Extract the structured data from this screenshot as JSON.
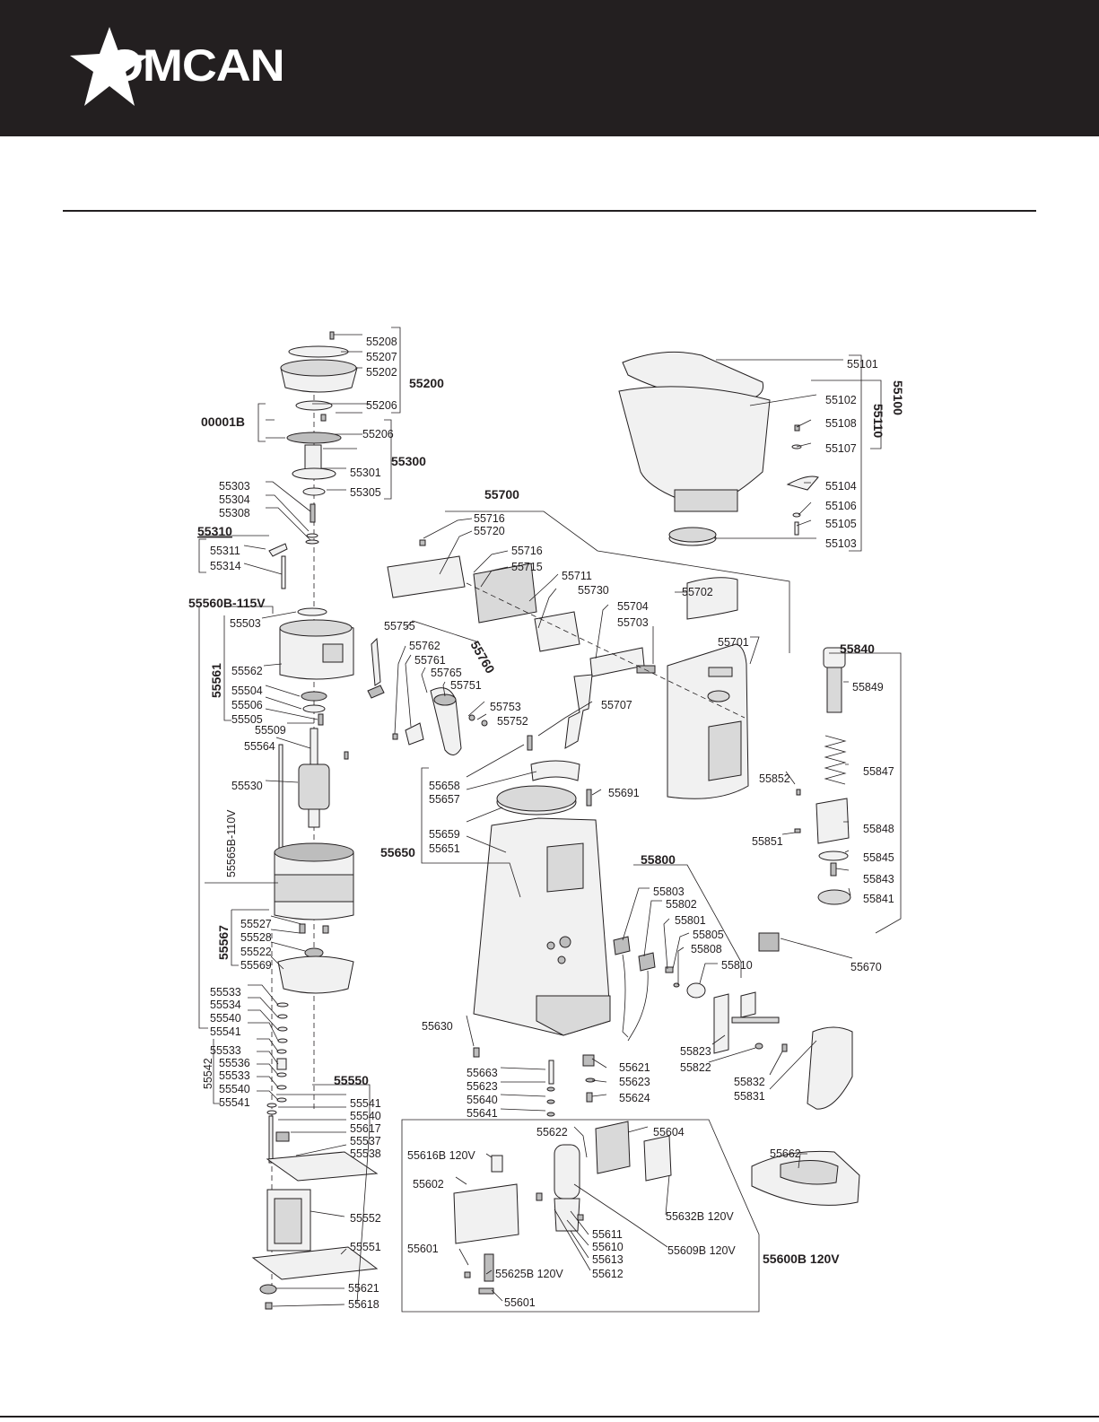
{
  "brand": {
    "name": "OMCAN"
  },
  "groups": {
    "g55200": "55200",
    "g00001B": "00001B",
    "g55300": "55300",
    "g55310": "55310",
    "g55560B": "55560B-115V",
    "g55561": "55561",
    "g55565B": "55565B-110V",
    "g55567": "55567",
    "g55542": "55542",
    "g55550": "55550",
    "g55700": "55700",
    "g55760": "55760",
    "g55650": "55650",
    "g55800": "55800",
    "g55840": "55840",
    "g55100": "55100",
    "g55110": "55110",
    "g55600B": "55600B 120V"
  },
  "labels": {
    "l55208": "55208",
    "l55207": "55207",
    "l55202": "55202",
    "l55206a": "55206",
    "l55206b": "55206",
    "l55301": "55301",
    "l55305": "55305",
    "l55303": "55303",
    "l55304": "55304",
    "l55308": "55308",
    "l55311": "55311",
    "l55314": "55314",
    "l55503": "55503",
    "l55562": "55562",
    "l55504": "55504",
    "l55506": "55506",
    "l55505": "55505",
    "l55509": "55509",
    "l55564": "55564",
    "l55530": "55530",
    "l55527": "55527",
    "l55528": "55528",
    "l55522": "55522",
    "l55569": "55569",
    "l55533a": "55533",
    "l55534": "55534",
    "l55540a": "55540",
    "l55541a": "55541",
    "l55533b": "55533",
    "l55536": "55536",
    "l55533c": "55533",
    "l55540b": "55540",
    "l55541b": "55541",
    "l55541c": "55541",
    "l55540c": "55540",
    "l55617": "55617",
    "l55537": "55537",
    "l55538": "55538",
    "l55552": "55552",
    "l55551": "55551",
    "l55621a": "55621",
    "l55618": "55618",
    "l55716a": "55716",
    "l55720": "55720",
    "l55716b": "55716",
    "l55715": "55715",
    "l55711": "55711",
    "l55730": "55730",
    "l55704": "55704",
    "l55703": "55703",
    "l55702": "55702",
    "l55701": "55701",
    "l55755": "55755",
    "l55762": "55762",
    "l55761": "55761",
    "l55765": "55765",
    "l55751": "55751",
    "l55753": "55753",
    "l55752": "55752",
    "l55707": "55707",
    "l55658": "55658",
    "l55657": "55657",
    "l55691": "55691",
    "l55659": "55659",
    "l55651": "55651",
    "l55803": "55803",
    "l55802": "55802",
    "l55801": "55801",
    "l55805": "55805",
    "l55808": "55808",
    "l55810": "55810",
    "l55823": "55823",
    "l55822": "55822",
    "l55832": "55832",
    "l55831": "55831",
    "l55670": "55670",
    "l55662": "55662",
    "l55849": "55849",
    "l55847": "55847",
    "l55852": "55852",
    "l55848": "55848",
    "l55851": "55851",
    "l55845": "55845",
    "l55843": "55843",
    "l55841": "55841",
    "l55101": "55101",
    "l55102": "55102",
    "l55108": "55108",
    "l55107": "55107",
    "l55104": "55104",
    "l55106": "55106",
    "l55105": "55105",
    "l55103": "55103",
    "l55630": "55630",
    "l55663": "55663",
    "l55623a": "55623",
    "l55640": "55640",
    "l55641": "55641",
    "l55621b": "55621",
    "l55623b": "55623",
    "l55624": "55624",
    "l55622": "55622",
    "l55604": "55604",
    "l55616B": "55616B 120V",
    "l55602": "55602",
    "l55632B": "55632B 120V",
    "l55611": "55611",
    "l55610": "55610",
    "l55613": "55613",
    "l55609B": "55609B 120V",
    "l55612": "55612",
    "l55601a": "55601",
    "l55625B": "55625B 120V",
    "l55601b": "55601"
  }
}
